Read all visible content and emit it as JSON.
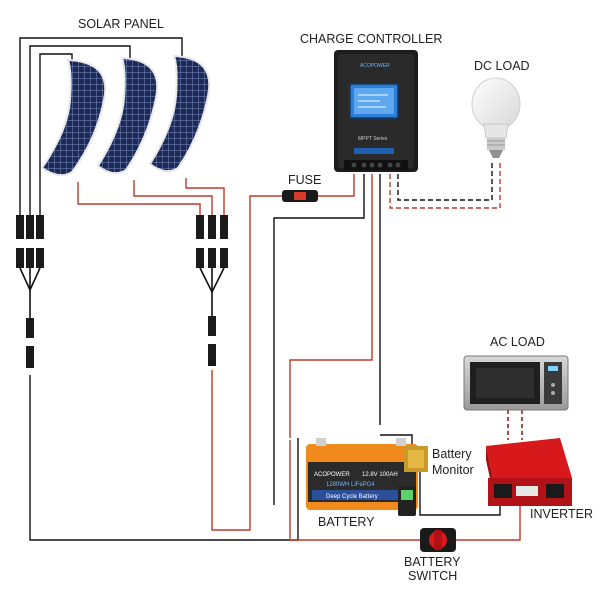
{
  "labels": {
    "solar_panel": "SOLAR PANEL",
    "charge_controller": "CHARGE CONTROLLER",
    "dc_load": "DC LOAD",
    "fuse": "FUSE",
    "ac_load": "AC LOAD",
    "battery": "BATTERY",
    "battery_monitor_line1": "Battery",
    "battery_monitor_line2": "Monitor",
    "inverter": "INVERTER",
    "battery_switch_line1": "BATTERY",
    "battery_switch_line2": "SWITCH"
  },
  "controller_text": {
    "brand": "ACOPOWER",
    "model": "MPPT Series"
  },
  "battery_text": {
    "brand": "ACOPOWER",
    "spec": "12.8V 100AH",
    "chem": "1280WH LiFePO4",
    "type": "Deep Cycle Battery"
  },
  "colors": {
    "positive_wire": "#c0392b",
    "negative_wire": "#111111",
    "ac_wire": "#8b0000",
    "panel_cell": "#1d2a55",
    "controller_body": "#1c1c1c",
    "controller_screen": "#2f7fd8",
    "battery_orange": "#f08a1c",
    "inverter_red": "#d7191c"
  },
  "icons": {
    "panel": "solar-panel-icon",
    "controller": "charge-controller-icon",
    "bulb": "light-bulb-icon",
    "fuse": "fuse-icon",
    "microwave": "microwave-icon",
    "battery": "battery-icon",
    "monitor": "battery-monitor-icon",
    "inverter": "inverter-icon",
    "switch": "battery-switch-icon"
  }
}
